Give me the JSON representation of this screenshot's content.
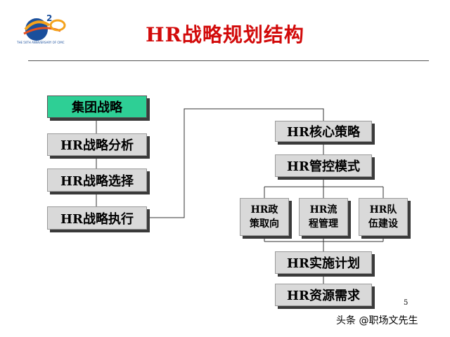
{
  "slide": {
    "title": "HR战略规划结构",
    "page_number": "5",
    "logo_caption": "THE 50TH ANNIVERSARY OF CIMC",
    "watermark": "头条 @职场文先生"
  },
  "left_column": {
    "group_strategy": "集团战略",
    "analysis": "HR战略分析",
    "selection": "HR战略选择",
    "execution": "HR战略执行"
  },
  "right_column": {
    "core_strategy": "HR核心策略",
    "control_mode": "HR管控模式",
    "policy": "HR政\n策取向",
    "process": "HR流\n程管理",
    "team": "HR队\n伍建设",
    "plan": "HR实施计划",
    "resource": "HR资源需求"
  },
  "colors": {
    "title": "#d20a0a",
    "box_fill": "#d9d9d9",
    "highlight_fill": "#2ecf95",
    "shadow": "#3a3a3a"
  }
}
